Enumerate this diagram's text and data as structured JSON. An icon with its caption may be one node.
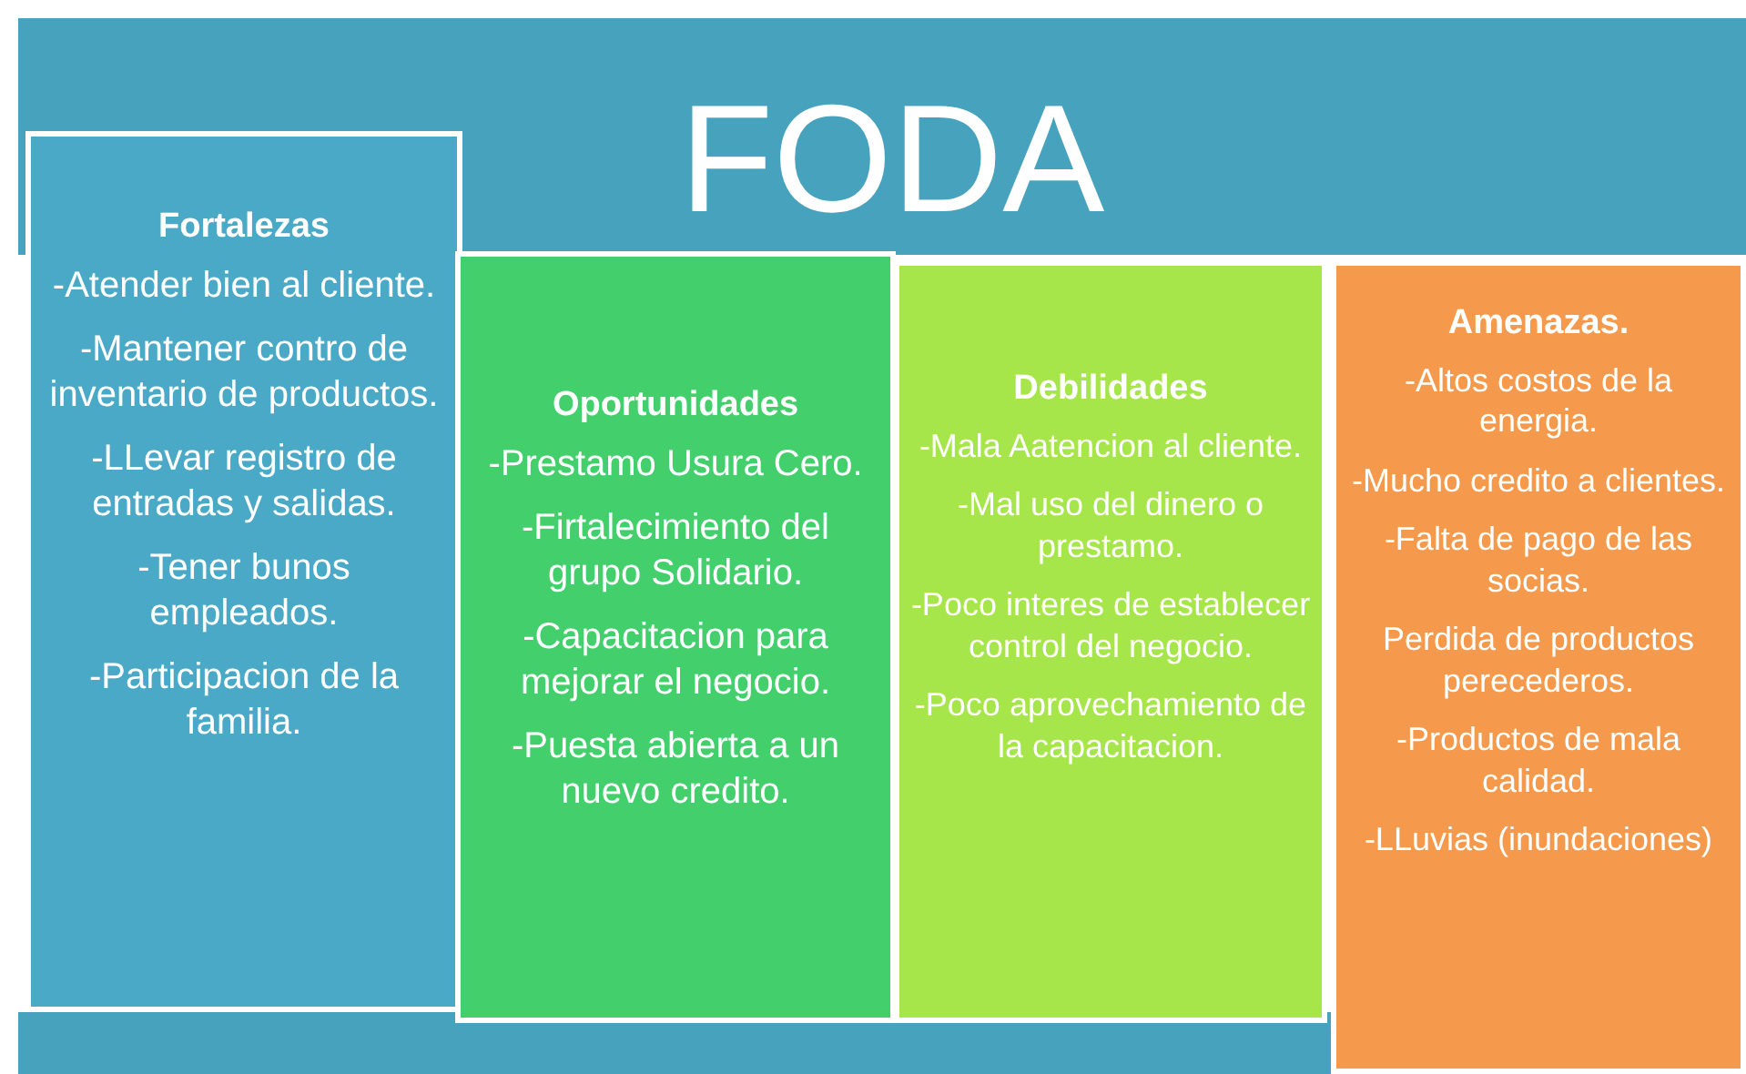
{
  "diagram": {
    "title": "FODA",
    "nodes": [
      {
        "text": [
          "Fortalezas",
          "-Atender bien al cliente.",
          "-Mantener contro de inventario de productos.",
          "-LLevar registro de entradas y salidas.",
          "-Tener bunos empleados.",
          "-Participacion de la familia."
        ]
      },
      {
        "text": [
          "Oportunidades",
          "-Prestamo Usura Cero.",
          "-Firtalecimiento del grupo Solidario.",
          "-Capacitacion para mejorar el negocio.",
          "-Puesta abierta a un nuevo credito."
        ]
      },
      {
        "text": [
          "Debilidades",
          "-Mala Aatencion al cliente.",
          "-Mal uso del dinero o prestamo.",
          "-Poco interes de establecer control del negocio.",
          "-Poco aprovechamiento de la capacitacion."
        ]
      },
      {
        "text": [
          "Amenazas.",
          "-Altos costos de la energia.",
          "-Mucho credito a clientes.",
          "-Falta de pago de las socias.",
          "Perdida de productos perecederos.",
          "-Productos de mala calidad.",
          "-LLuvias (inundaciones)"
        ]
      }
    ]
  }
}
